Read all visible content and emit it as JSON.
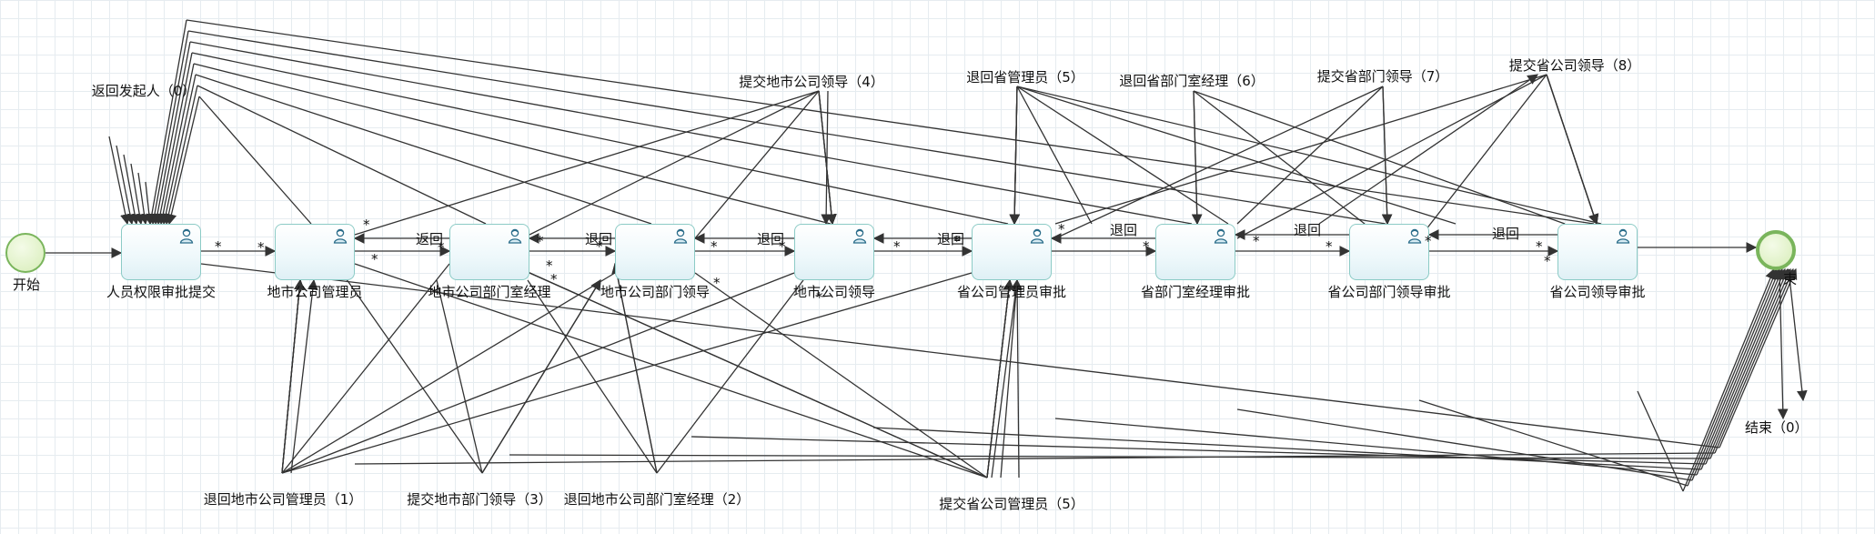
{
  "events": {
    "start_label": "开始",
    "end_label": "束",
    "end_label_full": "结束（0）"
  },
  "tasks": [
    "人员权限审批提交",
    "地市公司管理员",
    "地市公司部门室经理",
    "地市公司部门领导",
    "地市公司领导",
    "省公司管理员审批",
    "省部门室经理审批",
    "省公司部门领导审批",
    "省公司领导审批"
  ],
  "flow_labels": {
    "return_initiator": "返回发起人（0）",
    "submit_city_leader": "提交地市公司领导（4）",
    "return_prov_admin": "退回省管理员（5）",
    "return_prov_dept_manager": "退回省部门室经理（6）",
    "submit_prov_dept_leader": "提交省部门领导（7）",
    "submit_prov_leader": "提交省公司领导（8）",
    "return_city_admin": "退回地市公司管理员（1）",
    "submit_city_dept_leader": "提交地市部门领导（3）",
    "return_city_dept_manager": "退回地市公司部门室经理（2）",
    "submit_prov_admin": "提交省公司管理员（5）",
    "back": "退回",
    "back_short": "返回",
    "multi": "*"
  }
}
